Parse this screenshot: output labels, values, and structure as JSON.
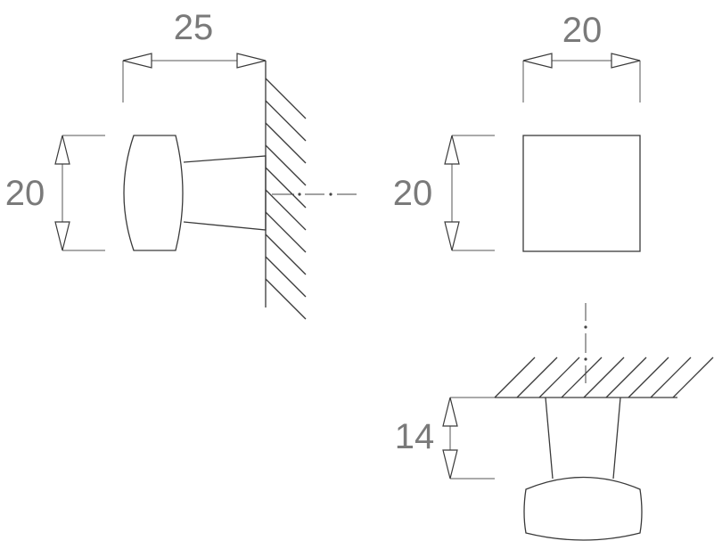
{
  "dimensions": {
    "side_width": "25",
    "side_height": "20",
    "front_width": "20",
    "front_height": "20",
    "bottom_projection": "14"
  },
  "colors": {
    "line": "#3a3a3a",
    "dimension_text": "#7a7a7a",
    "background": "#ffffff"
  }
}
